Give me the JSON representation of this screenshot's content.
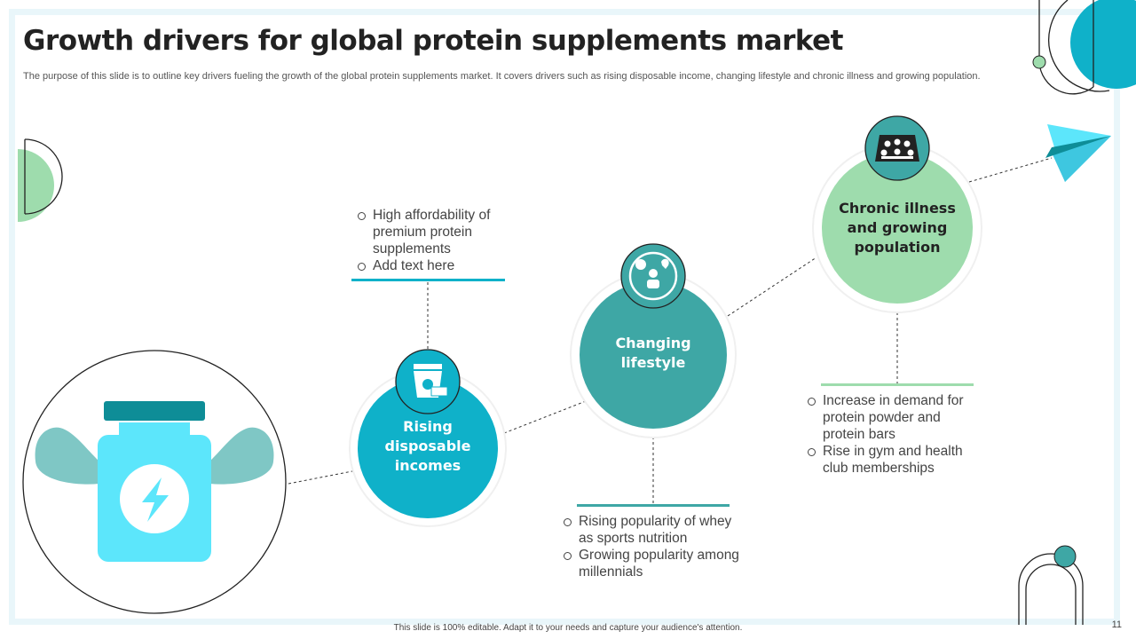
{
  "slide": {
    "title": "Growth drivers for global protein supplements market",
    "subtitle": "The purpose of this slide is to outline key drivers fueling the growth of the global protein supplements market. It covers drivers such as rising disposable income, changing lifestyle and chronic illness and growing population.",
    "footer": "This slide is 100% editable.  Adapt it to your needs and capture your audience's attention.",
    "page_number": "11"
  },
  "drivers": [
    {
      "label": "Rising disposable incomes",
      "icon": "money-cup-icon",
      "color": "#0fb1c9",
      "bullets": [
        "High affordability of premium protein supplements",
        "Add text here"
      ]
    },
    {
      "label": "Changing lifestyle",
      "icon": "healthy-lifestyle-icon",
      "color": "#3ea7a5",
      "bullets": [
        "Rising popularity of whey as sports nutrition",
        "Growing popularity among millennials"
      ]
    },
    {
      "label": "Chronic illness and growing population",
      "icon": "population-icon",
      "color": "#9edcad",
      "bullets": [
        "Increase  in demand for protein powder and protein bars",
        "Rise in gym and health club memberships"
      ]
    }
  ],
  "colors": {
    "teal_dark": "#0e8d97",
    "cyan": "#5ce6fb",
    "mint": "#9edcad",
    "frame": "#e9f6fa"
  }
}
